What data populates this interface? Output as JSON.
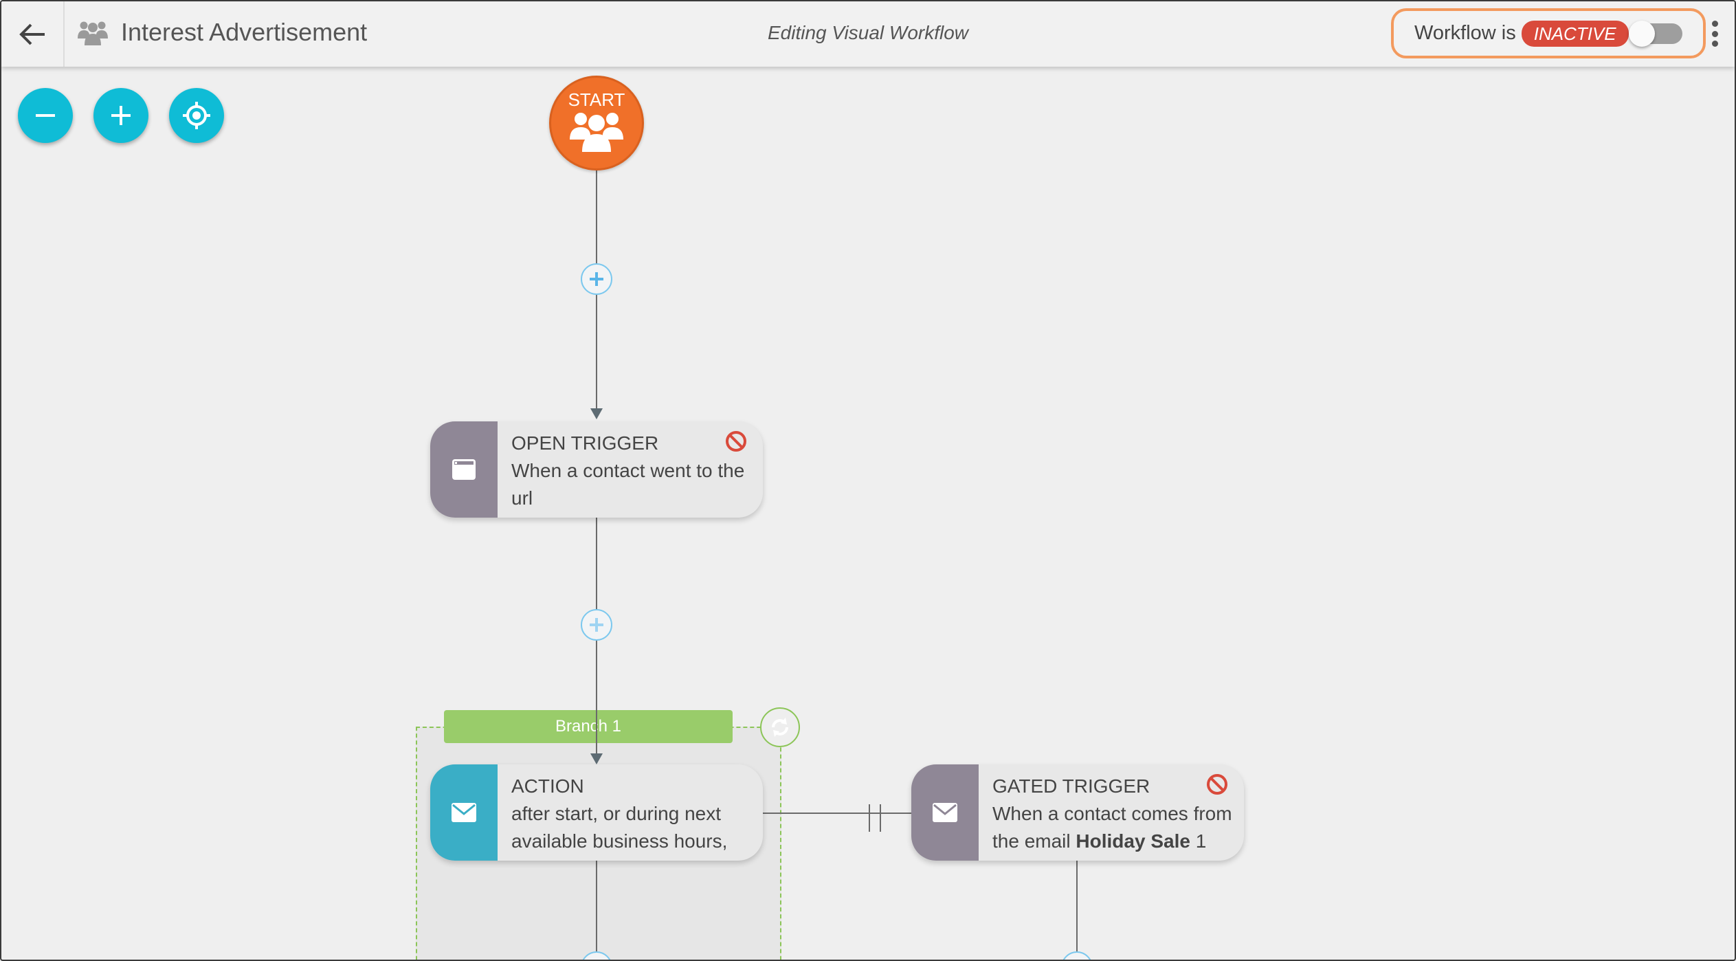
{
  "header": {
    "workflow_title": "Interest Advertisement",
    "subtitle": "Editing Visual Workflow",
    "status_label": "Workflow is",
    "status_value": "INACTIVE"
  },
  "controls": {
    "zoom_out": "zoom-out-icon",
    "zoom_in": "zoom-in-icon",
    "recenter": "crosshair-icon"
  },
  "start": {
    "label": "START"
  },
  "nodes": {
    "open_trigger": {
      "type": "OPEN TRIGGER",
      "desc_line1": "When a contact went to the",
      "desc_line2": "url"
    },
    "action": {
      "type": "ACTION",
      "desc_line1": "after start, or during next",
      "desc_line2": "available business hours,"
    },
    "gated_trigger": {
      "type": "GATED TRIGGER",
      "desc_line1": "When a contact comes from",
      "desc_prefix": "the email ",
      "desc_bold": "Holiday Sale",
      "desc_suffix": " 1"
    }
  },
  "branch": {
    "label": "Branch 1"
  },
  "colors": {
    "accent": "#0fbcd6",
    "start": "#f07029",
    "inactive": "#d94a3b",
    "branch": "#99cc6a",
    "trigger_side": "#8f8796",
    "action_side": "#3aaec6",
    "status_outline": "#f39a5e"
  }
}
